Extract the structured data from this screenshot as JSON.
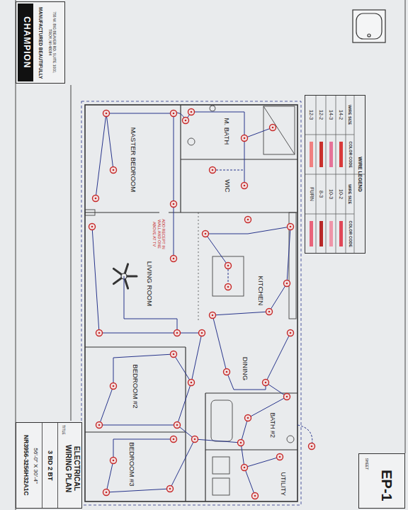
{
  "diagram": {
    "nodes": [
      {
        "text": [
          "CHAMPION",
          "MANUFACTURED BEAUTIFULLY",
          "755 W. BIG BEAVER RD. SUITE 1000, TROY, MI 48084"
        ]
      },
      {
        "text": [
          "WIRE LEGEND"
        ]
      },
      {
        "text": [
          "NR3956-3256H32A1C",
          "56'-0\" X 30'-4\"",
          "3 BD 2 BT",
          "TITLE",
          "ELECTRICAL WIRING PLAN"
        ]
      },
      {
        "text": [
          "SHEET",
          "EP-1"
        ]
      }
    ],
    "labels": [
      "MASTER BEDROOM",
      "M. BATH",
      "WIC",
      "LIVING ROOM",
      "KITCHEN",
      "DINING",
      "BEDROOM #2",
      "BEDROOM #3",
      "BATH #2",
      "UTILITY",
      "ADD RECEPT IN WALL AND ONE ABOVE AT TV",
      "WIRE SIZE",
      "COLOR CODE",
      "WIRE SIZE",
      "COLOR CODE"
    ],
    "legend": [
      {
        "text": "14-2",
        "color": "#d93a3a"
      },
      {
        "text": "14-3",
        "color": "#e57399"
      },
      {
        "text": "12-2",
        "color": "#c9302c"
      },
      {
        "text": "12-3",
        "color": "#f08080"
      },
      {
        "text": "10-2",
        "color": "#e04858"
      },
      {
        "text": "10-3",
        "color": "#ee95a8"
      },
      {
        "text": "8-3",
        "color": "#b82828"
      },
      {
        "text": "FURN",
        "color": "#e8647a"
      }
    ]
  }
}
